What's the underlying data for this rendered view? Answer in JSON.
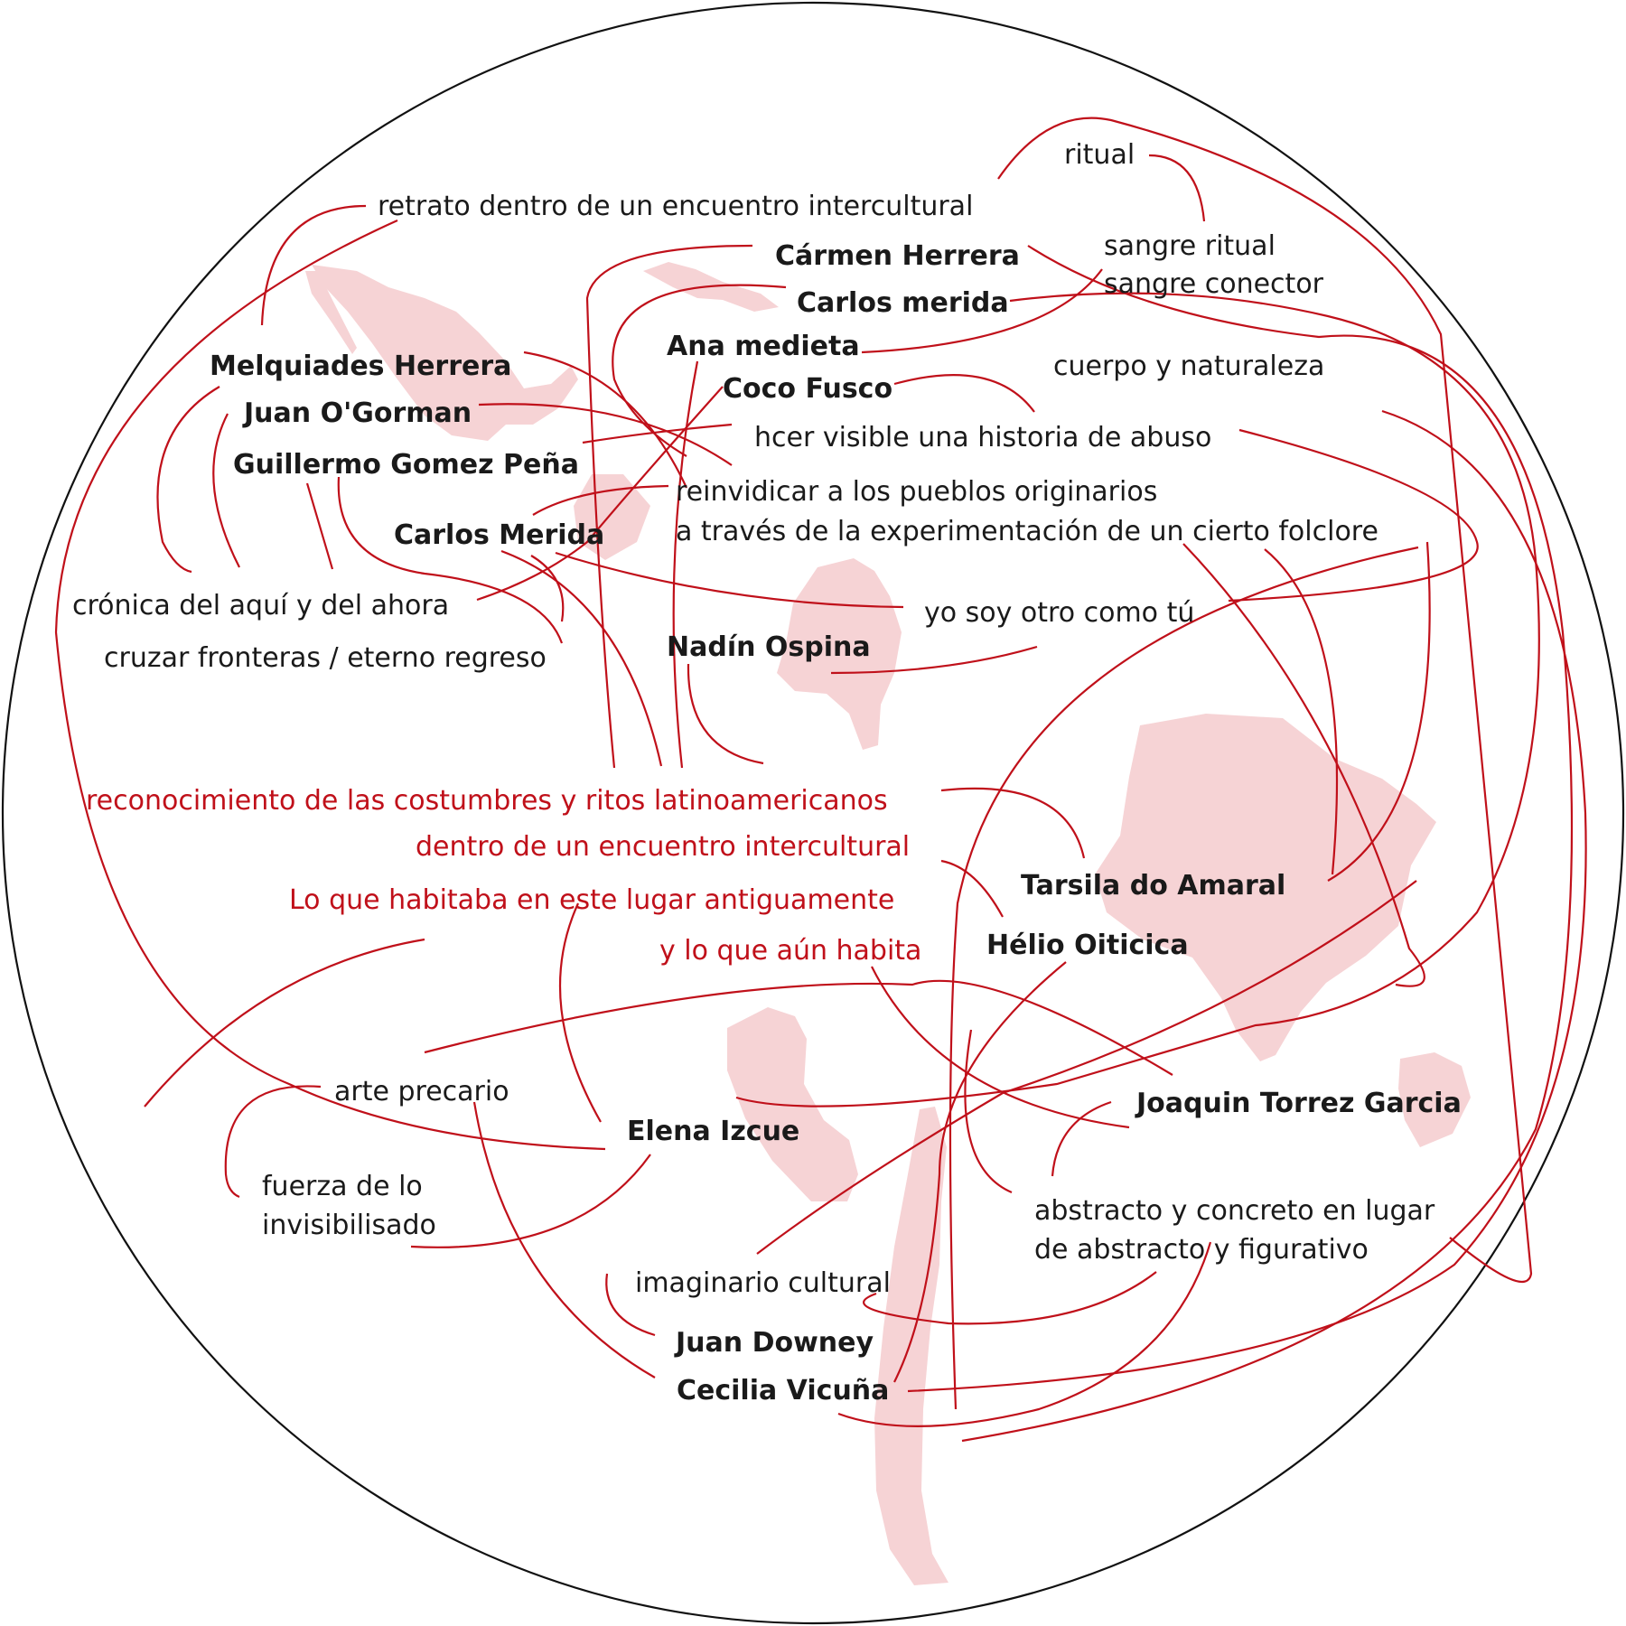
{
  "colors": {
    "line": "#c0101a",
    "map": "#f6d3d5",
    "text": "#1a1a1a",
    "accent_text": "#c0101a",
    "circle": "#111111"
  },
  "artists": {
    "carmen_herrera": "Cármen Herrera",
    "carlos_merida_lower": "Carlos merida",
    "ana_medieta": "Ana medieta",
    "coco_fusco": "Coco Fusco",
    "melquiades_herrera": "Melquiades Herrera",
    "juan_ogorman": "Juan O'Gorman",
    "guillermo_gomez_pena": "Guillermo Gomez Peña",
    "carlos_merida": "Carlos Merida",
    "nadin_ospina": "Nadín Ospina",
    "tarsila_do_amaral": "Tarsila do Amaral",
    "helio_oiticica": "Hélio Oiticica",
    "joaquin_torrez_garcia": "Joaquin Torrez Garcia",
    "elena_izcue": "Elena Izcue",
    "juan_downey": "Juan Downey",
    "cecilia_vicuna": "Cecilia Vicuña"
  },
  "concepts": {
    "ritual": "ritual",
    "retrato": "retrato dentro de un encuentro intercultural",
    "sangre_ritual": "sangre  ritual",
    "sangre_conector": "sangre conector",
    "cuerpo_naturaleza": "cuerpo y naturaleza",
    "historia_abuso": "hcer visible una historia de abuso",
    "reinvidicar_1": "reinvidicar a los pueblos originarios",
    "reinvidicar_2": "a través de la experimentación de un cierto folclore",
    "cronica": "crónica del aquí y del ahora",
    "cruzar_fronteras": "cruzar fronteras / eterno regreso",
    "yo_soy_otro": "yo soy otro como tú",
    "arte_precario": "arte precario",
    "fuerza_1": "fuerza de lo",
    "fuerza_2": "invisibilisado",
    "imaginario": "imaginario cultural",
    "abstracto_1": "abstracto y concreto en lugar",
    "abstracto_2": "de abstracto y figurativo"
  },
  "highlights": {
    "reconocimiento": "reconocimiento de las costumbres y ritos latinoamericanos",
    "encuentro": "dentro de un encuentro intercultural",
    "habitaba": "Lo que habitaba en este lugar antiguamente",
    "aun_habita": "y lo que aún habita"
  }
}
